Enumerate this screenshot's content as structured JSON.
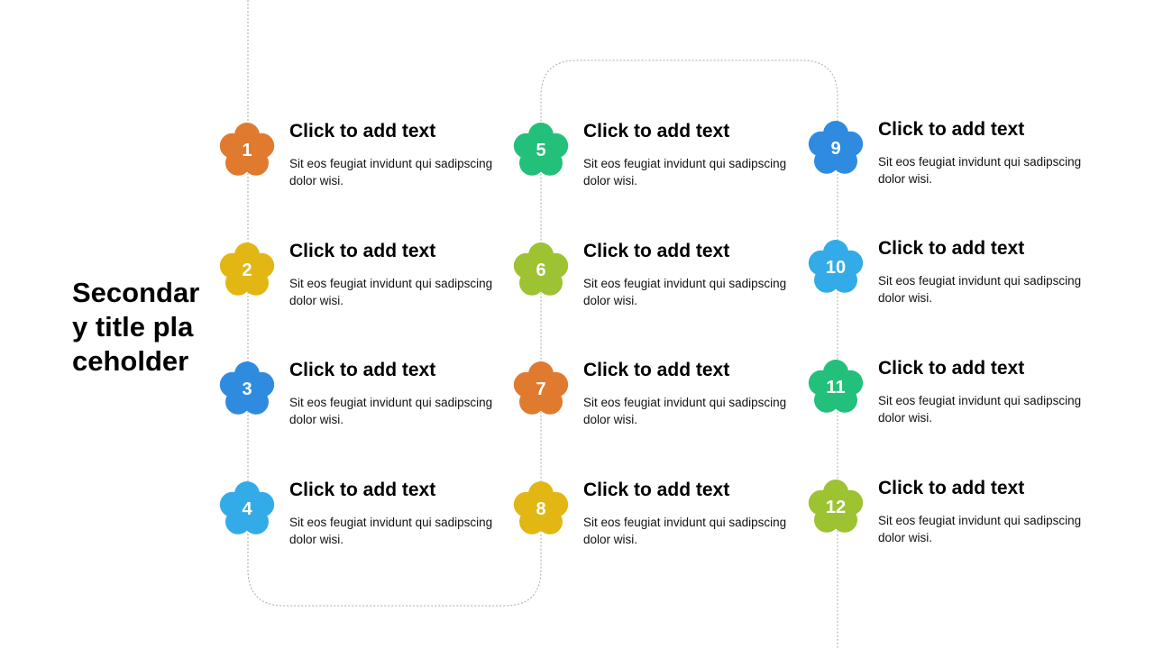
{
  "title": "Secondary title placeholder",
  "items": [
    {
      "number": "1",
      "heading": "Click to add text",
      "body": "Sit eos feugiat invidunt qui sadipscing dolor wisi.",
      "color": "#E07A2E"
    },
    {
      "number": "2",
      "heading": "Click to add text",
      "body": "Sit eos feugiat invidunt qui sadipscing dolor wisi.",
      "color": "#E2B714"
    },
    {
      "number": "3",
      "heading": "Click to add text",
      "body": "Sit eos feugiat invidunt qui sadipscing dolor wisi.",
      "color": "#2E8BE0"
    },
    {
      "number": "4",
      "heading": "Click to add text",
      "body": "Sit eos feugiat invidunt qui sadipscing dolor wisi.",
      "color": "#33ABE8"
    },
    {
      "number": "5",
      "heading": "Click to add text",
      "body": "Sit eos feugiat invidunt qui sadipscing dolor wisi.",
      "color": "#22C07A"
    },
    {
      "number": "6",
      "heading": "Click to add text",
      "body": "Sit eos feugiat invidunt qui sadipscing dolor wisi.",
      "color": "#9DC232"
    },
    {
      "number": "7",
      "heading": "Click to add text",
      "body": "Sit eos feugiat invidunt qui sadipscing dolor wisi.",
      "color": "#E07A2E"
    },
    {
      "number": "8",
      "heading": "Click to add text",
      "body": "Sit eos feugiat invidunt qui sadipscing dolor wisi.",
      "color": "#E2B714"
    },
    {
      "number": "9",
      "heading": "Click to add text",
      "body": "Sit eos feugiat invidunt qui sadipscing dolor wisi.",
      "color": "#2E8BE0"
    },
    {
      "number": "10",
      "heading": "Click to add text",
      "body": "Sit eos feugiat invidunt qui sadipscing dolor wisi.",
      "color": "#33ABE8"
    },
    {
      "number": "11",
      "heading": "Click to add text",
      "body": "Sit eos feugiat invidunt qui sadipscing dolor wisi.",
      "color": "#22C07A"
    },
    {
      "number": "12",
      "heading": "Click to add text",
      "body": "Sit eos feugiat invidunt qui sadipscing dolor wisi.",
      "color": "#9DC232"
    }
  ]
}
